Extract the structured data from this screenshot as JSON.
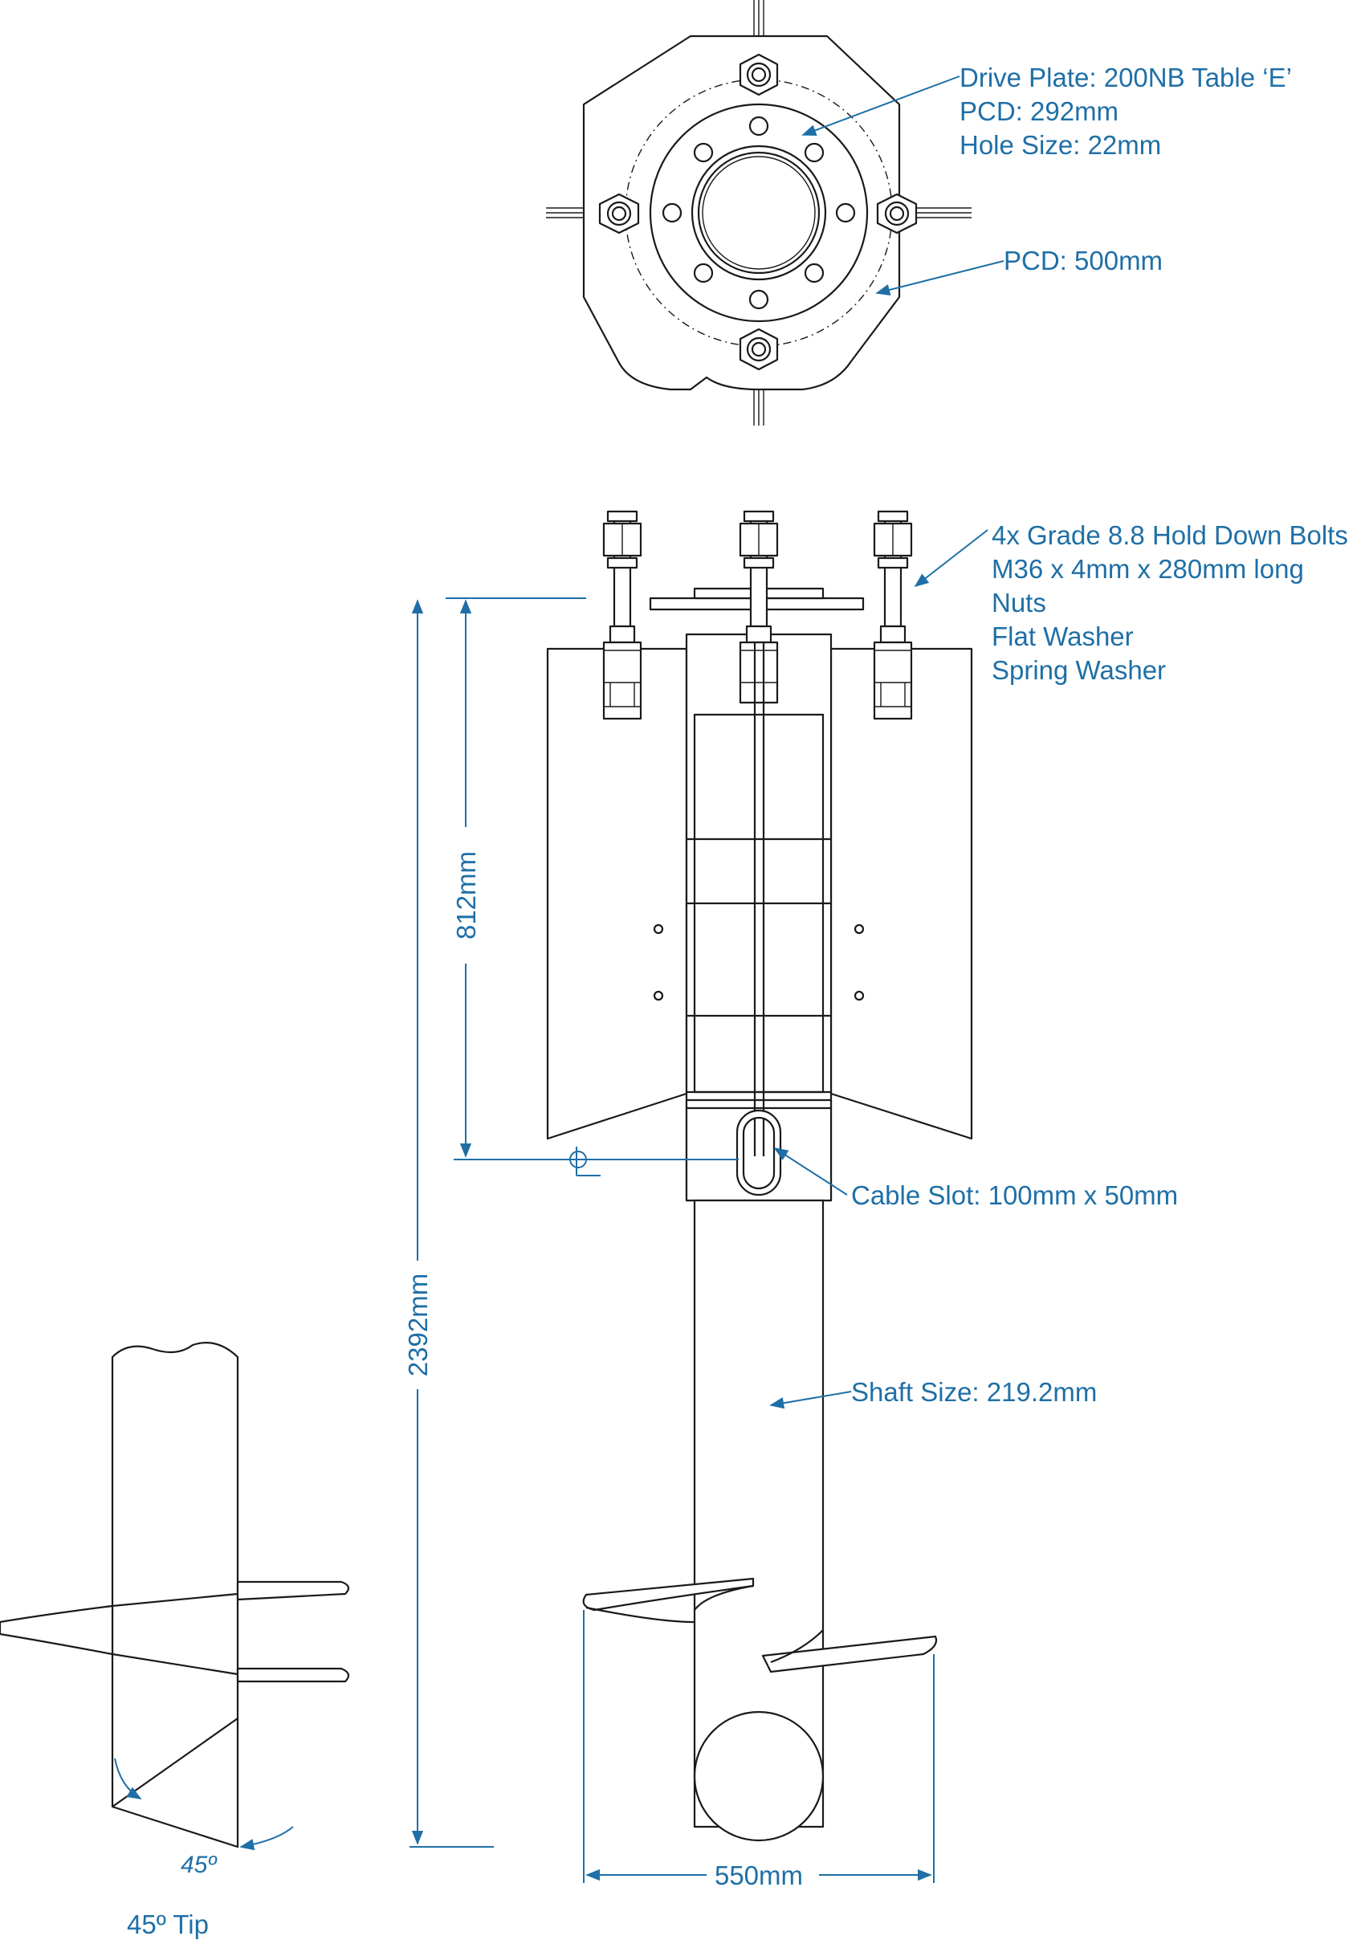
{
  "labels": {
    "drive_plate": [
      "Drive Plate: 200NB Table ‘E’",
      "PCD: 292mm",
      "Hole Size: 22mm"
    ],
    "outer_pcd": "PCD: 500mm",
    "bolts": [
      "4x Grade 8.8 Hold Down Bolts",
      "M36 x 4mm x 280mm long",
      "Nuts",
      "Flat Washer",
      "Spring Washer"
    ],
    "cable_slot": "Cable Slot: 100mm x 50mm",
    "shaft_size": "Shaft Size: 219.2mm",
    "dim_812": "812mm",
    "dim_2392": "2392mm",
    "dim_550": "550mm",
    "angle": "45º",
    "tip_caption": "45º Tip"
  },
  "colors": {
    "line": "#1a1a1a",
    "annotation": "#1f6fa6"
  }
}
